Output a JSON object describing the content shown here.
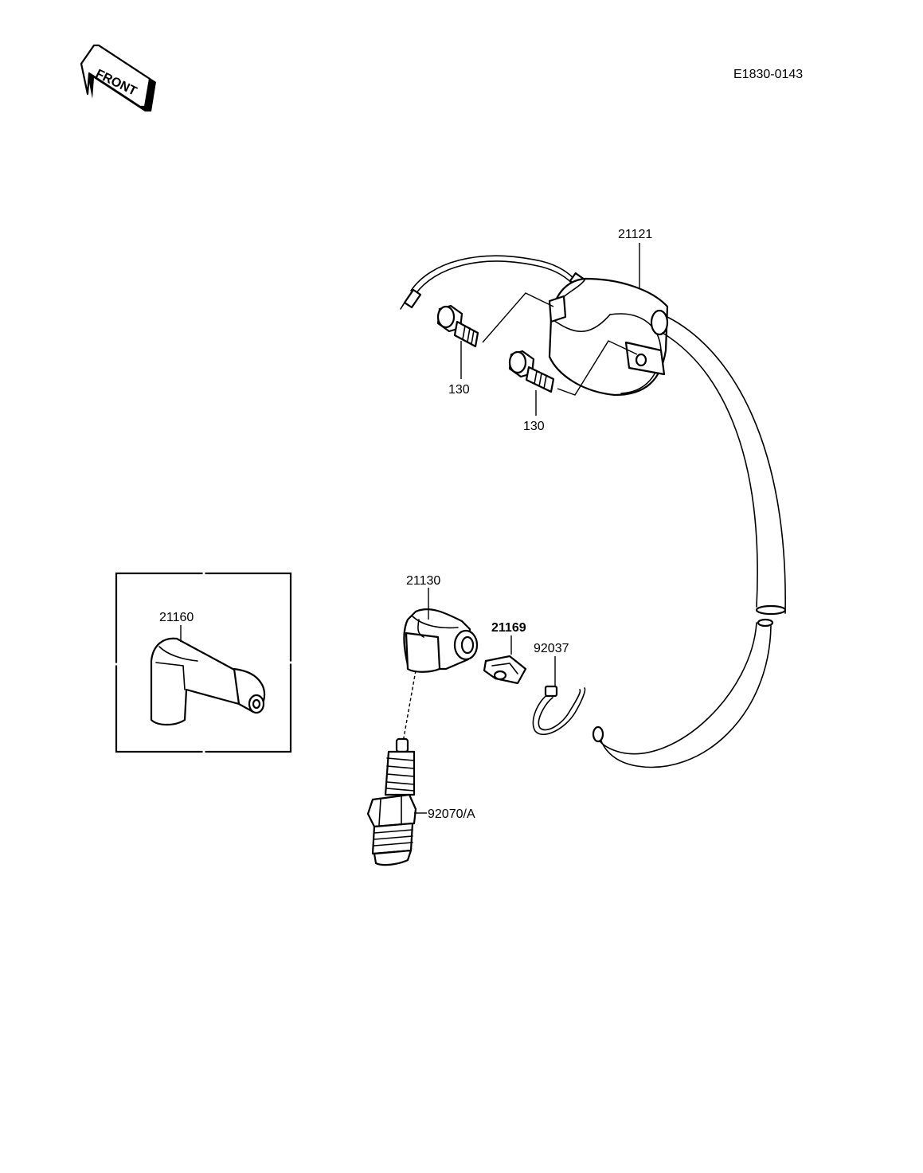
{
  "figure_code": "E1830-0143",
  "front_indicator": {
    "label": "FRONT",
    "icon": "front-arrow-icon"
  },
  "parts": [
    {
      "number": "21121",
      "name": "ignition-coil"
    },
    {
      "number": "130",
      "name": "bolt-upper"
    },
    {
      "number": "130",
      "name": "bolt-lower"
    },
    {
      "number": "21130",
      "name": "plug-cap"
    },
    {
      "number": "21169",
      "name": "clamp"
    },
    {
      "number": "92037",
      "name": "cable-band"
    },
    {
      "number": "92070/A",
      "name": "spark-plug"
    },
    {
      "number": "21160",
      "name": "plug-cap-alternative"
    }
  ],
  "colors": {
    "line": "#000000",
    "background": "#ffffff"
  }
}
